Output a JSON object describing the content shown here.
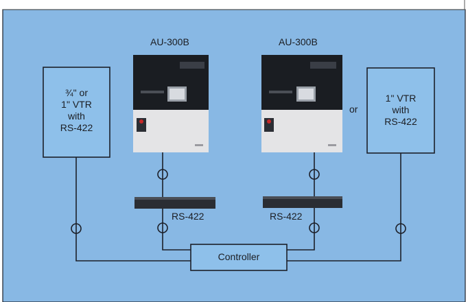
{
  "colors": {
    "background": "#88b8e4",
    "line": "#1c1f28",
    "box_fill": "#8ec0ea",
    "panel_dark": "#1a1d22",
    "panel_face": "#e4e4e6",
    "device_body": "#2a2d33",
    "button_red": "#c62828"
  },
  "units": {
    "left": {
      "model": "AU-300B"
    },
    "right": {
      "model": "AU-300B"
    }
  },
  "left_vtr": {
    "line1": "¾\" or",
    "line2": "1\" VTR",
    "line3": "with",
    "line4": "RS-422"
  },
  "right_vtr": {
    "line1": "1\" VTR",
    "line2": "with",
    "line3": "RS-422"
  },
  "or_label": "or",
  "interfaces": {
    "left": "RS-422",
    "right": "RS-422"
  },
  "controller": {
    "label": "Controller"
  }
}
